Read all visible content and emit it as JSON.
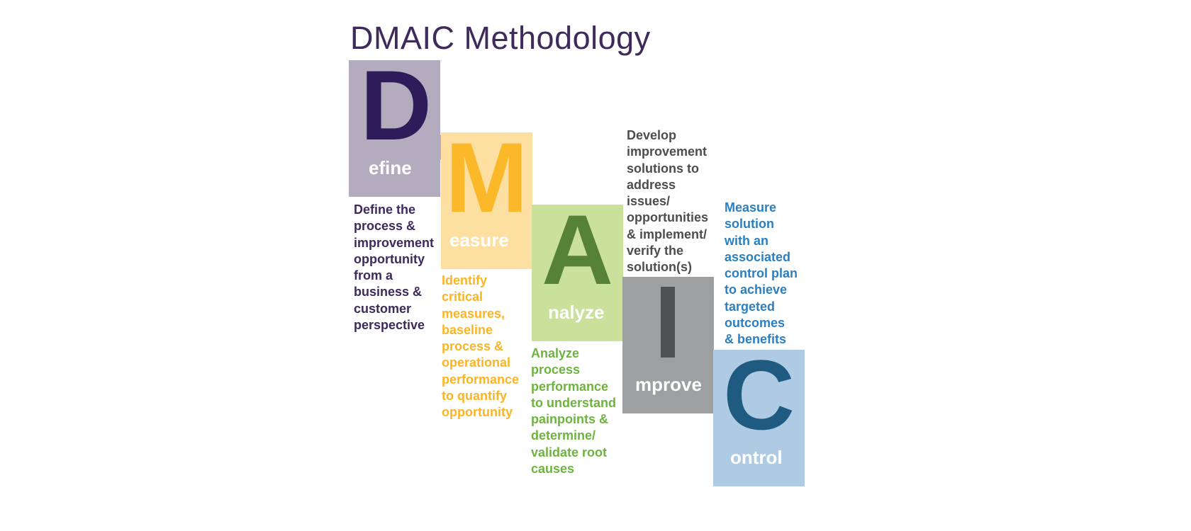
{
  "title": "DMAIC Methodology",
  "colors": {
    "define": "#b3abbe",
    "measure": "#fde0a1",
    "analyze": "#c9e19b",
    "improve": "#9e9fa1",
    "control": "#aecbe3"
  },
  "steps": [
    {
      "letter": "D",
      "label": "efine",
      "description": "Define the\nprocess &\nimprovement\nopportunity\nfrom a\nbusiness &\ncustomer\nperspective"
    },
    {
      "letter": "M",
      "label": "easure",
      "description": "Identify\ncritical\nmeasures,\nbaseline\nprocess &\noperational\nperformance\nto quantify\nopportunity"
    },
    {
      "letter": "A",
      "label": "nalyze",
      "description": "Analyze\nprocess\nperformance\nto understand\npainpoints &\ndetermine/\nvalidate root\ncauses"
    },
    {
      "letter": "I",
      "label": "mprove",
      "description": "Develop\nimprovement\nsolutions to\naddress\nissues/\nopportunities\n& implement/\nverify the\nsolution(s)"
    },
    {
      "letter": "C",
      "label": "ontrol",
      "description": "Measure\nsolution\nwith an\nassociated\ncontrol plan\nto achieve\ntargeted\noutcomes\n& benefits"
    }
  ]
}
